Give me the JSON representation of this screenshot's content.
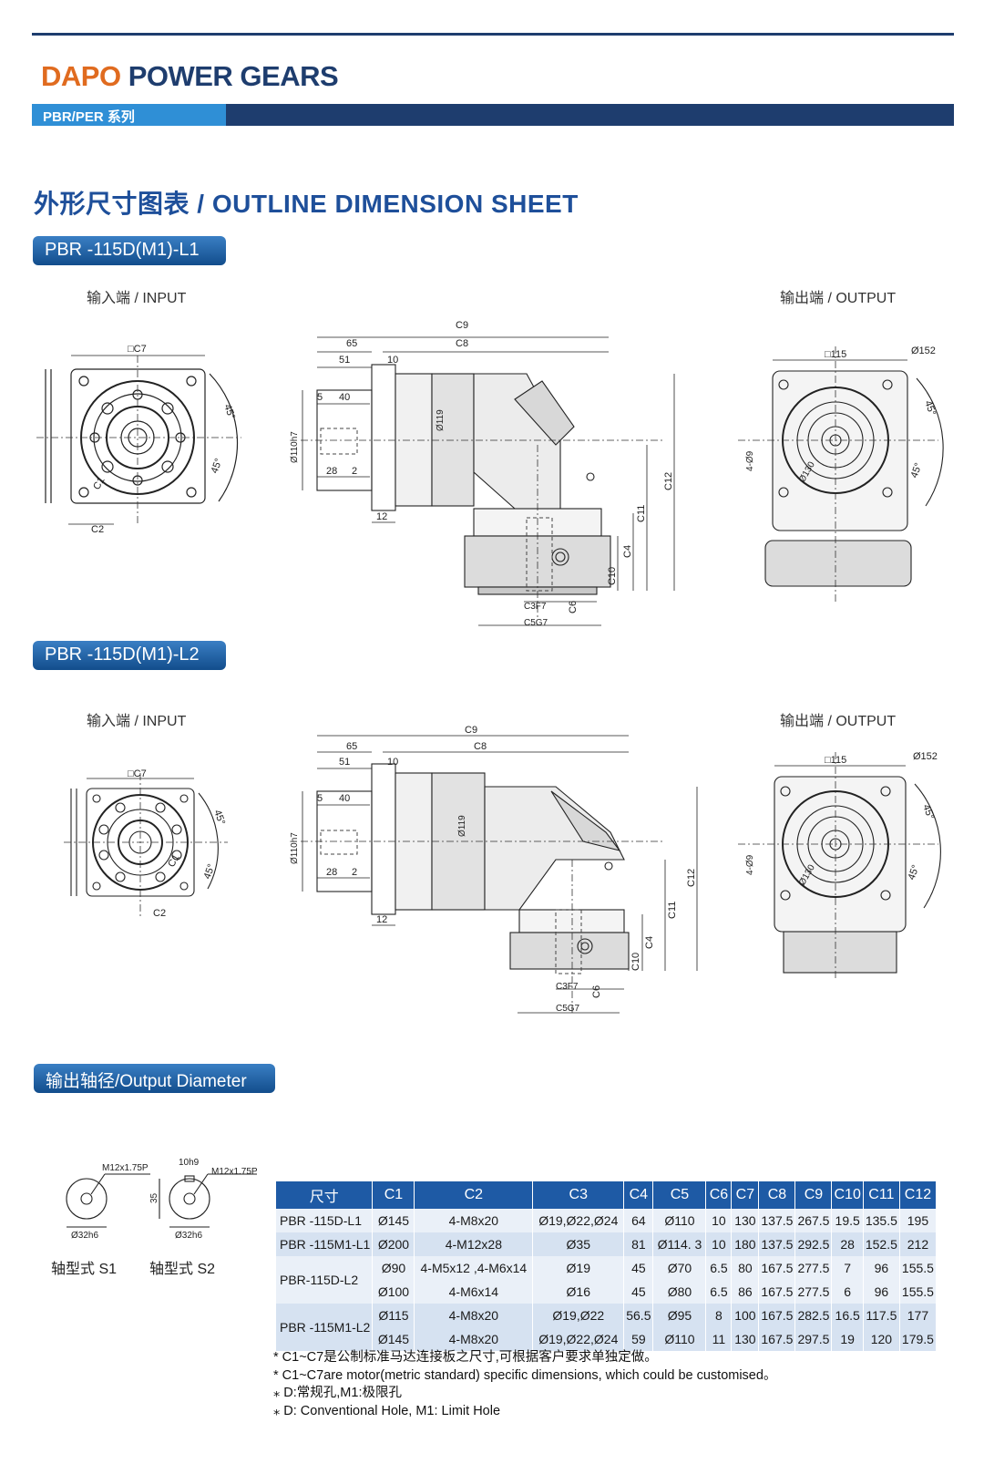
{
  "brand": {
    "part1": "DAPO",
    "part2": " POWER GEARS"
  },
  "series_label": "PBR/PER 系列",
  "sheet_title": "外形尺寸图表 / OUTLINE DIMENSION SHEET",
  "models": {
    "l1": "PBR -115D(M1)-L1",
    "l2": "PBR -115D(M1)-L2"
  },
  "input_label": "输入端 / INPUT",
  "output_label": "输出端 / OUTPUT",
  "dims": {
    "c1": "C1",
    "c2": "C2",
    "c3": "C3F7",
    "c4": "C4",
    "c5": "C5G7",
    "c6": "C6",
    "c7": "□C7",
    "c8": "C8",
    "c9": "C9",
    "c10": "C10",
    "c11": "C11",
    "c12": "C12",
    "d65": "65",
    "d51": "51",
    "d10": "10",
    "d5": "5",
    "d40": "40",
    "d28": "28",
    "d2": "2",
    "d12": "12",
    "shaft_dia": "Ø110h7",
    "body_dia": "Ø119",
    "angle": "45°",
    "out_square": "□115",
    "out_dia": "Ø152",
    "out_pcd": "Ø130",
    "out_holes": "4-Ø9"
  },
  "shaft_section": {
    "title": "输出轴径/Output Diameter",
    "s1": {
      "thread": "M12x1.75P",
      "dia": "Ø32h6",
      "label": "轴型式 S1"
    },
    "s2": {
      "key": "10h9",
      "height": "35",
      "thread": "M12x1.75P",
      "dia": "Ø32h6",
      "label": "轴型式 S2"
    }
  },
  "table": {
    "headers": [
      "尺寸",
      "C1",
      "C2",
      "C3",
      "C4",
      "C5",
      "C6",
      "C7",
      "C8",
      "C9",
      "C10",
      "C11",
      "C12"
    ],
    "rows": [
      {
        "model": "PBR -115D-L1",
        "c1": "Ø145",
        "c2": "4-M8x20",
        "c3": "Ø19,Ø22,Ø24",
        "c4": "64",
        "c5": "Ø110",
        "c6": "10",
        "c7": "130",
        "c8": "137.5",
        "c9": "267.5",
        "c10": "19.5",
        "c11": "135.5",
        "c12": "195"
      },
      {
        "model": "PBR -115M1-L1",
        "c1": "Ø200",
        "c2": "4-M12x28",
        "c3": "Ø35",
        "c4": "81",
        "c5": "Ø114. 3",
        "c6": "10",
        "c7": "180",
        "c8": "137.5",
        "c9": "292.5",
        "c10": "28",
        "c11": "152.5",
        "c12": "212"
      },
      {
        "model": "PBR-115D-L2",
        "c1": "Ø90",
        "c2": "4-M5x12 ,4-M6x14",
        "c3": "Ø19",
        "c4": "45",
        "c5": "Ø70",
        "c6": "6.5",
        "c7": "80",
        "c8": "167.5",
        "c9": "277.5",
        "c10": "7",
        "c11": "96",
        "c12": "155.5"
      },
      {
        "model": "",
        "c1": "Ø100",
        "c2": "4-M6x14",
        "c3": "Ø16",
        "c4": "45",
        "c5": "Ø80",
        "c6": "6.5",
        "c7": "86",
        "c8": "167.5",
        "c9": "277.5",
        "c10": "6",
        "c11": "96",
        "c12": "155.5"
      },
      {
        "model": "PBR -115M1-L2",
        "c1": "Ø115",
        "c2": "4-M8x20",
        "c3": "Ø19,Ø22",
        "c4": "56.5",
        "c5": "Ø95",
        "c6": "8",
        "c7": "100",
        "c8": "167.5",
        "c9": "282.5",
        "c10": "16.5",
        "c11": "117.5",
        "c12": "177"
      },
      {
        "model": "",
        "c1": "Ø145",
        "c2": "4-M8x20",
        "c3": "Ø19,Ø22,Ø24",
        "c4": "59",
        "c5": "Ø110",
        "c6": "11",
        "c7": "130",
        "c8": "167.5",
        "c9": "297.5",
        "c10": "19",
        "c11": "120",
        "c12": "179.5"
      }
    ]
  },
  "notes": [
    "* C1~C7是公制标准马达连接板之尺寸,可根据客户要求单独定做。",
    "* C1~C7are motor(metric standard)  specific dimensions, which could be customised。",
    "⁎ D:常规孔,M1:极限孔",
    "⁎ D: Conventional Hole, M1: Limit Hole"
  ]
}
